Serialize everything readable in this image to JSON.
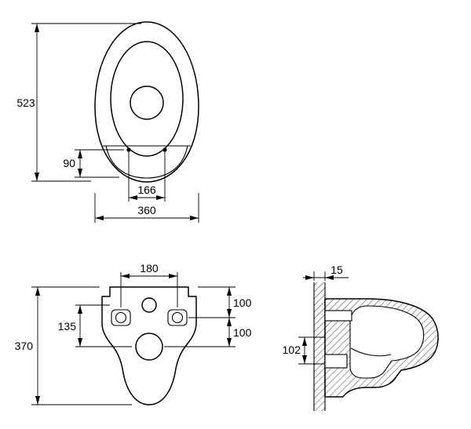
{
  "colors": {
    "line": "#000000",
    "background": "#ffffff"
  },
  "top_view": {
    "total_depth": "523",
    "bolt_to_rear": "90",
    "bolt_spacing": "166",
    "width": "360"
  },
  "rear_view": {
    "bolt_spacing": "180",
    "inlet_to_drain": "135",
    "height": "370",
    "top_to_bolt": "100",
    "bolt_to_drain": "100"
  },
  "side_view": {
    "wall_gap": "15",
    "drain_size": "102"
  }
}
